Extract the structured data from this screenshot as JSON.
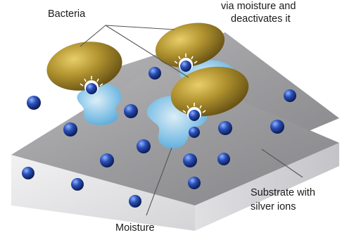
{
  "labels": {
    "bacteria": "Bacteria",
    "silver_ion_action_line1": "via moisture and",
    "silver_ion_action_line2": "deactivates it",
    "substrate_line1": "Substrate with",
    "substrate_line2": "silver ions",
    "moisture": "Moisture"
  },
  "colors": {
    "substrate_top": "#9a9a9c",
    "substrate_side_front": "#e4e4e6",
    "substrate_side_right": "#d2d2d5",
    "bacteria": "#a68a2e",
    "moisture": "#7fc0e6",
    "silver_ion": "#1f3f9e"
  }
}
